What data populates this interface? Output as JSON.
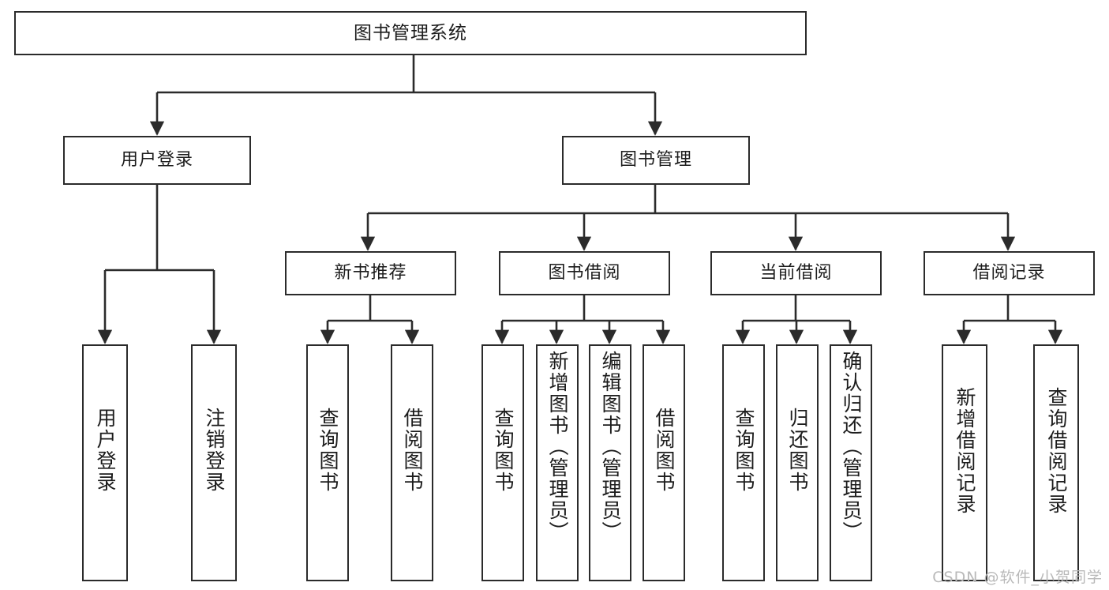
{
  "diagram": {
    "title": "图书管理系统",
    "type": "tree",
    "root": {
      "label": "图书管理系统"
    },
    "level2": [
      {
        "label": "用户登录"
      },
      {
        "label": "图书管理"
      }
    ],
    "level3": [
      {
        "label": "新书推荐"
      },
      {
        "label": "图书借阅"
      },
      {
        "label": "当前借阅"
      },
      {
        "label": "借阅记录"
      }
    ],
    "leaves": {
      "user_login": [
        {
          "label": "用户登录"
        },
        {
          "label": "注销登录"
        }
      ],
      "new_book_recommend": [
        {
          "label": "查询图书"
        },
        {
          "label": "借阅图书"
        }
      ],
      "book_borrow": [
        {
          "label": "查询图书"
        },
        {
          "label": "新增图书（管理员）"
        },
        {
          "label": "编辑图书（管理员）"
        },
        {
          "label": "借阅图书"
        }
      ],
      "current_borrow": [
        {
          "label": "查询图书"
        },
        {
          "label": "归还图书"
        },
        {
          "label": "确认归还（管理员）"
        }
      ],
      "borrow_record": [
        {
          "label": "新增借阅记录"
        },
        {
          "label": "查询借阅记录"
        }
      ]
    }
  },
  "watermark": {
    "text": "CSDN @软件_小贺同学"
  },
  "colors": {
    "stroke": "#2b2b2b",
    "fill": "#ffffff",
    "text": "#1c1c1c",
    "watermark": "#b9b9b9"
  }
}
